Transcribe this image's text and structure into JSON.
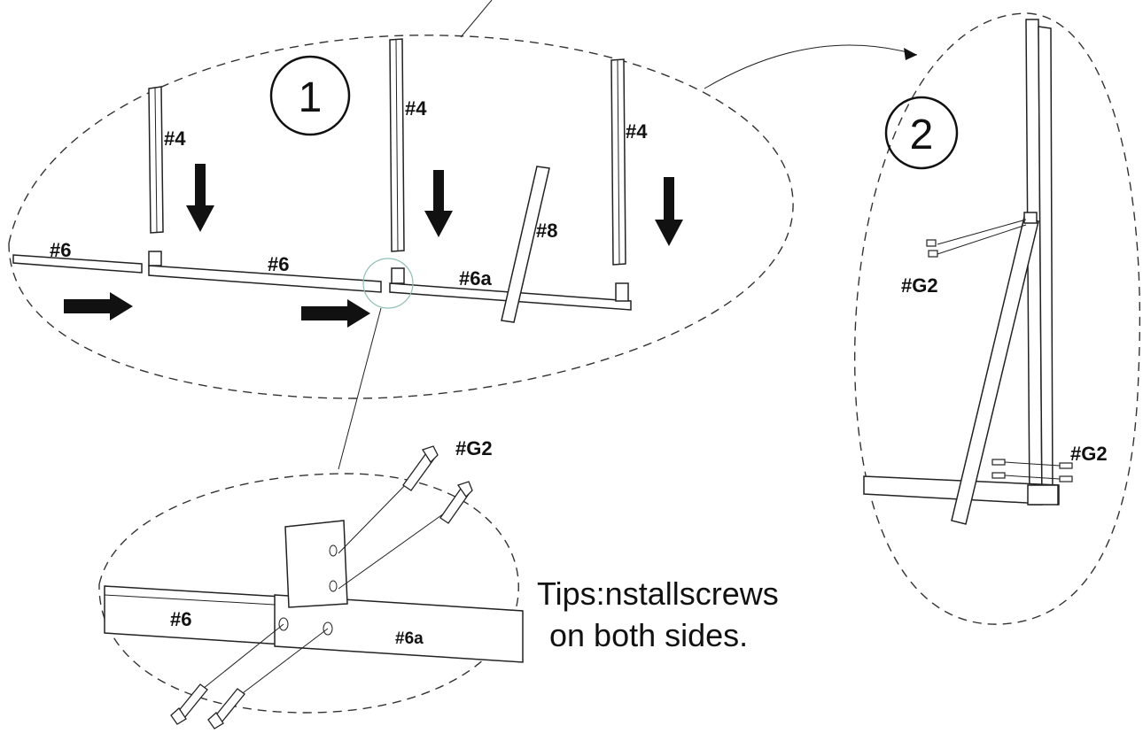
{
  "step1": {
    "number": "1"
  },
  "step2": {
    "number": "2"
  },
  "labels": {
    "post_a": "#4",
    "post_b": "#4",
    "post_c": "#4",
    "rail_left": "#6",
    "rail_mid": "#6",
    "rail_right": "#6a",
    "brace": "#8",
    "step2_screw_top": "#G2",
    "step2_screw_bottom": "#G2",
    "detail_screw": "#G2",
    "detail_rail_left": "#6",
    "detail_rail_right": "#6a"
  },
  "tip": {
    "line1": "Tips:nstallscrews",
    "line2": "on both sides."
  }
}
